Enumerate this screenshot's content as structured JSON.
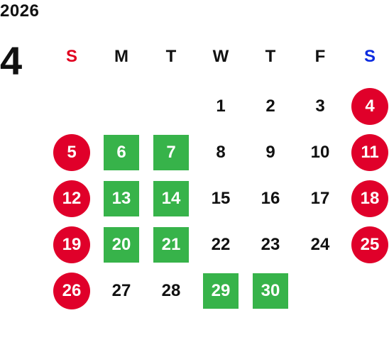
{
  "year": "2026",
  "month": "4",
  "colors": {
    "sunday": "#e1001f",
    "saturday": "#0b2be0",
    "holiday_circle": "#e0002a",
    "green_block": "#37b34a",
    "text": "#111111"
  },
  "weekdays": [
    {
      "label": "S",
      "color": "#e1001f"
    },
    {
      "label": "M",
      "color": "#111111"
    },
    {
      "label": "T",
      "color": "#111111"
    },
    {
      "label": "W",
      "color": "#111111"
    },
    {
      "label": "T",
      "color": "#111111"
    },
    {
      "label": "F",
      "color": "#111111"
    },
    {
      "label": "S",
      "color": "#0b2be0"
    }
  ],
  "weeks": [
    [
      null,
      null,
      null,
      {
        "day": "1",
        "style": "plain"
      },
      {
        "day": "2",
        "style": "plain"
      },
      {
        "day": "3",
        "style": "plain"
      },
      {
        "day": "4",
        "style": "red"
      }
    ],
    [
      {
        "day": "5",
        "style": "red"
      },
      {
        "day": "6",
        "style": "green"
      },
      {
        "day": "7",
        "style": "green"
      },
      {
        "day": "8",
        "style": "plain"
      },
      {
        "day": "9",
        "style": "plain"
      },
      {
        "day": "10",
        "style": "plain"
      },
      {
        "day": "11",
        "style": "red"
      }
    ],
    [
      {
        "day": "12",
        "style": "red"
      },
      {
        "day": "13",
        "style": "green"
      },
      {
        "day": "14",
        "style": "green"
      },
      {
        "day": "15",
        "style": "plain"
      },
      {
        "day": "16",
        "style": "plain"
      },
      {
        "day": "17",
        "style": "plain"
      },
      {
        "day": "18",
        "style": "red"
      }
    ],
    [
      {
        "day": "19",
        "style": "red"
      },
      {
        "day": "20",
        "style": "green"
      },
      {
        "day": "21",
        "style": "green"
      },
      {
        "day": "22",
        "style": "plain"
      },
      {
        "day": "23",
        "style": "plain"
      },
      {
        "day": "24",
        "style": "plain"
      },
      {
        "day": "25",
        "style": "red"
      }
    ],
    [
      {
        "day": "26",
        "style": "red"
      },
      {
        "day": "27",
        "style": "plain"
      },
      {
        "day": "28",
        "style": "plain"
      },
      {
        "day": "29",
        "style": "green"
      },
      {
        "day": "30",
        "style": "green"
      },
      null,
      null
    ]
  ]
}
